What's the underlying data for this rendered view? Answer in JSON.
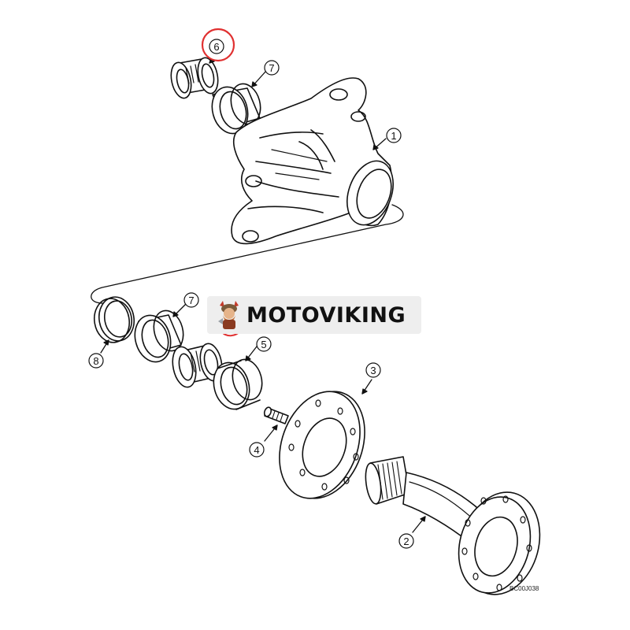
{
  "callouts": [
    {
      "label": "6",
      "highlighted": true
    },
    {
      "label": "7"
    },
    {
      "label": "1"
    },
    {
      "label": "7"
    },
    {
      "label": "8"
    },
    {
      "label": "5"
    },
    {
      "label": "3"
    },
    {
      "label": "4"
    },
    {
      "label": "2"
    }
  ],
  "highlight_color": "#e03030",
  "figure_code": "BC00J038",
  "watermark": {
    "brand": "MOTOVIKING",
    "logo_icon": "viking-mascot-icon"
  }
}
